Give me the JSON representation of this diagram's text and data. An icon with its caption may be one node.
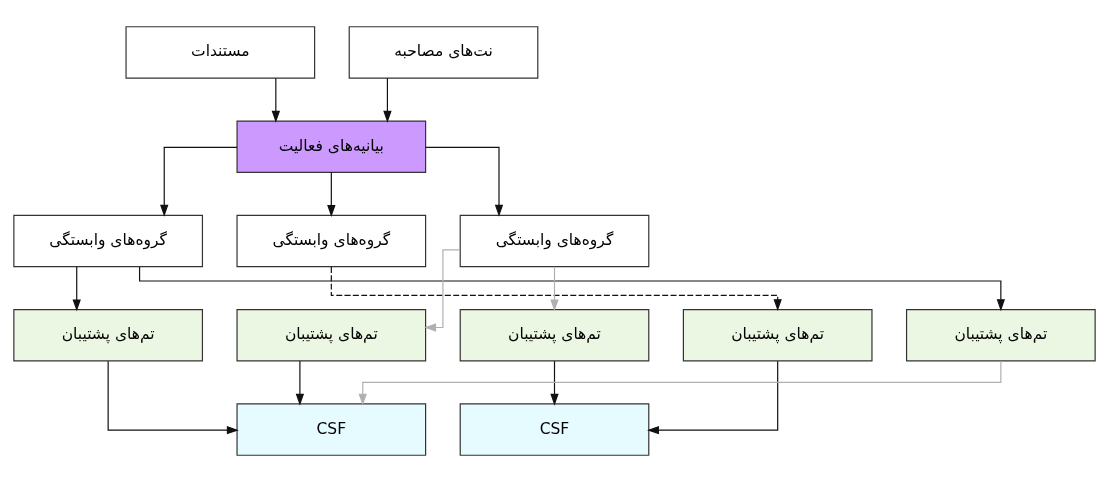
{
  "diagram": {
    "nodes": [
      {
        "text": [
          "مستندات"
        ]
      },
      {
        "text": [
          "نت‌های مصاحبه"
        ]
      },
      {
        "text": [
          "بیانیه‌های فعالیت"
        ]
      },
      {
        "text": [
          "گروه‌های وابستگی"
        ]
      },
      {
        "text": [
          "گروه‌های وابستگی"
        ]
      },
      {
        "text": [
          "گروه‌های وابستگی"
        ]
      },
      {
        "text": [
          "تم‌های پشتیبان"
        ]
      },
      {
        "text": [
          "تم‌های پشتیبان"
        ]
      },
      {
        "text": [
          "تم‌های پشتیبان"
        ]
      },
      {
        "text": [
          "تم‌های پشتیبان"
        ]
      },
      {
        "text": [
          "تم‌های پشتیبان"
        ]
      },
      {
        "text": [
          "CSF"
        ]
      },
      {
        "text": [
          "CSF"
        ]
      }
    ],
    "edges": [
      {
        "from": 0,
        "to": 2,
        "arrow": "to"
      },
      {
        "from": 1,
        "to": 2,
        "arrow": "to"
      },
      {
        "from": 2,
        "to": 3,
        "arrow": "to"
      },
      {
        "from": 2,
        "to": 4,
        "arrow": "to"
      },
      {
        "from": 2,
        "to": 5,
        "arrow": "to"
      },
      {
        "from": 3,
        "to": 6,
        "arrow": "to"
      },
      {
        "from": 3,
        "to": 10,
        "arrow": "to"
      },
      {
        "from": 5,
        "to": 7,
        "arrow": "to",
        "color": "#b0b0b0"
      },
      {
        "from": 5,
        "to": 8,
        "arrow": "to",
        "color": "#b0b0b0"
      },
      {
        "from": 4,
        "to": 9,
        "arrow": "to",
        "style": "dashed"
      },
      {
        "from": 6,
        "to": 11,
        "arrow": "to"
      },
      {
        "from": 7,
        "to": 11,
        "arrow": "to"
      },
      {
        "from": 10,
        "to": 11,
        "arrow": "to",
        "color": "#b0b0b0"
      },
      {
        "from": 8,
        "to": 12,
        "arrow": "to"
      },
      {
        "from": 9,
        "to": 12,
        "arrow": "to"
      }
    ]
  }
}
